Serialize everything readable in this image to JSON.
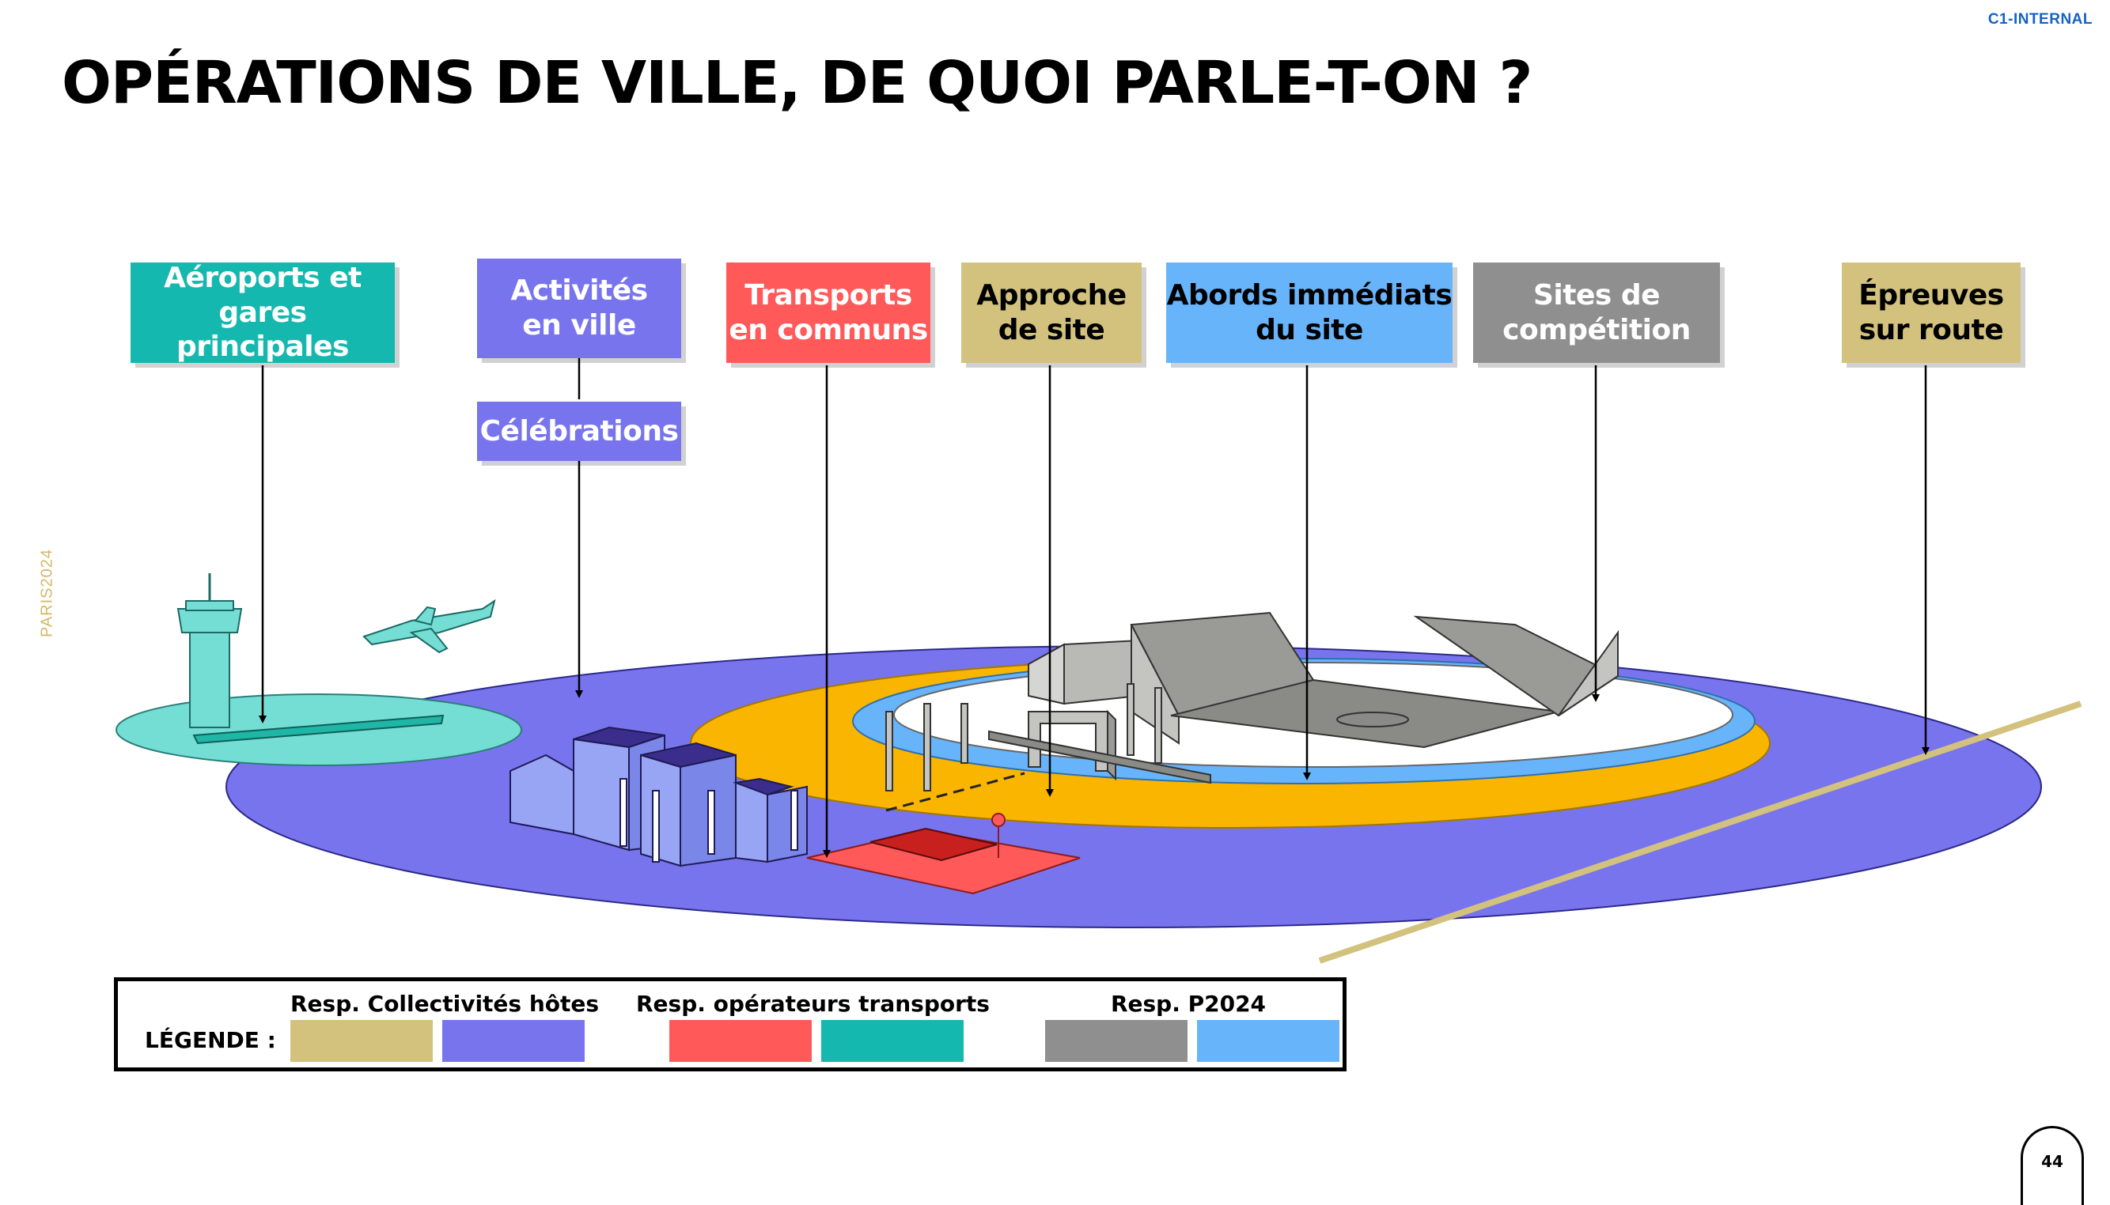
{
  "header": {
    "classification": "C1-INTERNAL",
    "title": "OPÉRATIONS DE VILLE, DE QUOI PARLE-T-ON ?",
    "side_mark": "PARIS2024",
    "page_number": "44"
  },
  "colors": {
    "collectivites_gold": "#d2c27e",
    "collectivites_purple": "#7874ee",
    "operateurs_red": "#ff5959",
    "operateurs_teal": "#14b8ae",
    "p2024_grey": "#8f8f8f",
    "p2024_blue": "#68b4fb",
    "approach_ring": "#f9b500",
    "airport_area": "#74ddd4",
    "venue_white": "#ffffff"
  },
  "labels": {
    "aeroports": {
      "line1": "Aéroports et",
      "line2": "gares principales"
    },
    "activites": {
      "line1": "Activités",
      "line2": "en ville"
    },
    "celebrations": {
      "line1": "Célébrations"
    },
    "transports": {
      "line1": "Transports",
      "line2": "en communs"
    },
    "approche": {
      "line1": "Approche",
      "line2": "de site"
    },
    "abords": {
      "line1": "Abords immédiats",
      "line2": "du site"
    },
    "sites": {
      "line1": "Sites de",
      "line2": "compétition"
    },
    "epreuves": {
      "line1": "Épreuves",
      "line2": "sur route"
    }
  },
  "legend": {
    "title": "LÉGENDE :",
    "groups": [
      {
        "title": "Resp. Collectivités hôtes",
        "swatches": [
          "#d2c27e",
          "#7874ee"
        ]
      },
      {
        "title": "Resp. opérateurs transports",
        "swatches": [
          "#ff5959",
          "#14b8ae"
        ]
      },
      {
        "title": "Resp. P2024",
        "swatches": [
          "#8f8f8f",
          "#68b4fb"
        ]
      }
    ]
  }
}
